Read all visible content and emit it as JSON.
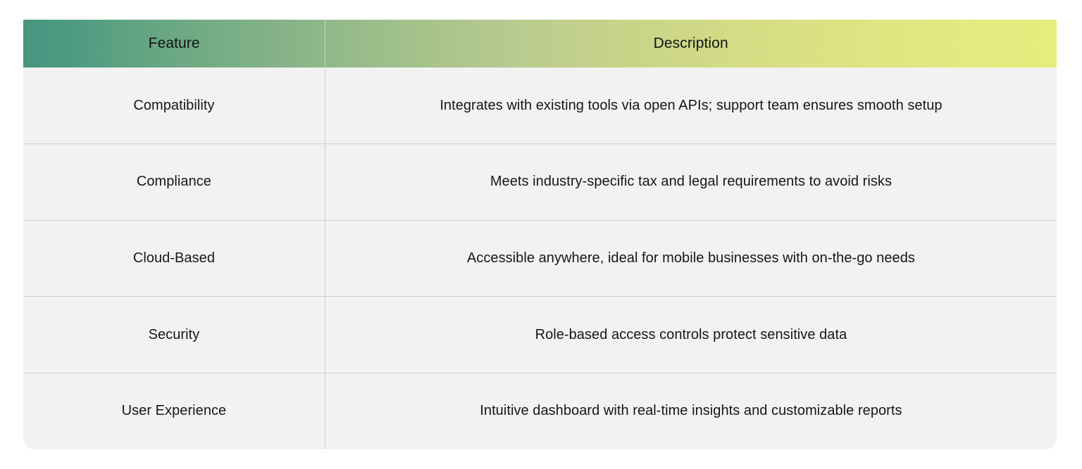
{
  "table": {
    "columns": [
      {
        "id": "feature",
        "label": "Feature"
      },
      {
        "id": "description",
        "label": "Description"
      }
    ],
    "rows": [
      {
        "feature": "Compatibility",
        "description": "Integrates with existing tools via open APIs; support team ensures smooth setup"
      },
      {
        "feature": "Compliance",
        "description": "Meets industry-specific tax and legal requirements to avoid risks"
      },
      {
        "feature": "Cloud-Based",
        "description": "Accessible anywhere, ideal for mobile businesses with on-the-go needs"
      },
      {
        "feature": "Security",
        "description": "Role-based access controls protect sensitive data"
      },
      {
        "feature": "User Experience",
        "description": "Intuitive dashboard with real-time insights and customizable reports"
      }
    ]
  },
  "colors": {
    "header_gradient_start": "#459680",
    "header_gradient_end": "#e7ec7e",
    "row_background": "#f2f2f2",
    "divider": "#cfcfcf",
    "text": "#13171c",
    "page_background": "#ffffff"
  }
}
